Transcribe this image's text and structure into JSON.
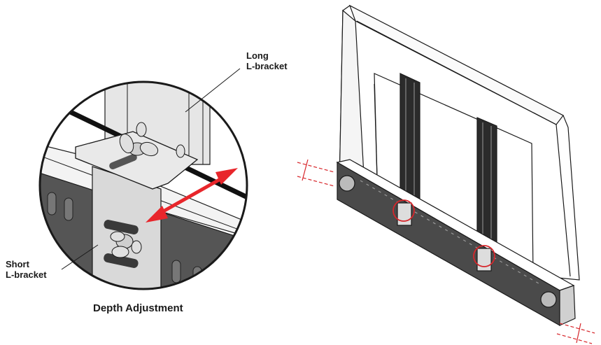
{
  "labels": {
    "long_bracket_line1": "Long",
    "long_bracket_line2": "L-bracket",
    "short_bracket_line1": "Short",
    "short_bracket_line2": "L-bracket",
    "caption": "Depth Adjustment"
  },
  "colors": {
    "arrow": "#e8262b",
    "highlight_circle": "#d7262b",
    "line": "#1a1a1a",
    "bracket_fill": "#d9d9d9",
    "bar_fill": "#4a4a4a"
  },
  "icons": {
    "wing_nut": "wing-nut-icon",
    "arrow": "double-arrow-icon"
  }
}
